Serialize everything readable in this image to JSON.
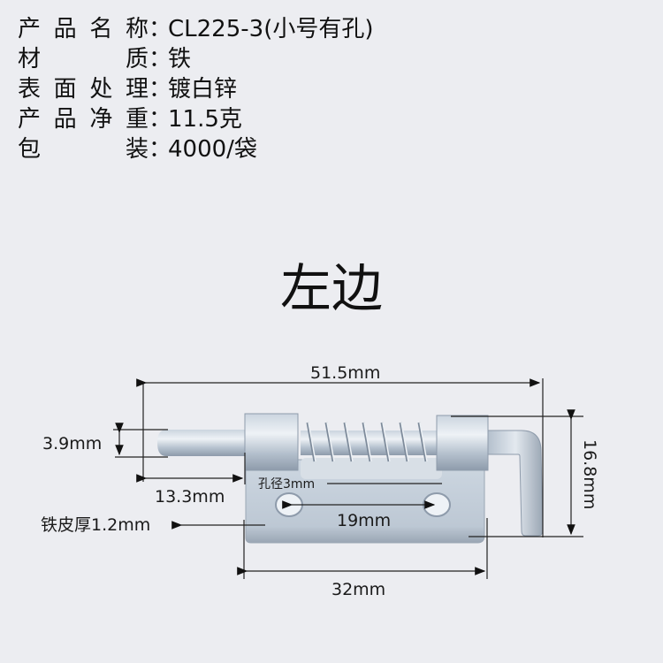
{
  "specs": [
    {
      "label_chars": [
        "产",
        "品",
        "名",
        "称"
      ],
      "colon": "：",
      "value": "CL225-3(小号有孔)"
    },
    {
      "label_chars": [
        "材",
        "质"
      ],
      "colon": "：",
      "value": "铁"
    },
    {
      "label_chars": [
        "表",
        "面",
        "处",
        "理"
      ],
      "colon": "：",
      "value": "镀白锌"
    },
    {
      "label_chars": [
        "产",
        "品",
        "净",
        "重"
      ],
      "colon": "：",
      "value": "11.5克"
    },
    {
      "label_chars": [
        "包",
        "装"
      ],
      "colon": "：",
      "value": "4000/袋"
    }
  ],
  "title": "左边",
  "dimensions": {
    "overall_length": "51.5mm",
    "pin_diameter": "3.9mm",
    "pin_extension": "13.3mm",
    "hole_diameter": "孔径3mm",
    "hole_spacing": "19mm",
    "plate_thickness": "铁皮厚1.2mm",
    "plate_width": "32mm",
    "height": "16.8mm"
  },
  "colors": {
    "background": "#ecedf1",
    "metal_light": "#dfe6ee",
    "metal_mid": "#b9c5d2",
    "metal_dark": "#8e9bab",
    "dimension_line": "#222222"
  }
}
